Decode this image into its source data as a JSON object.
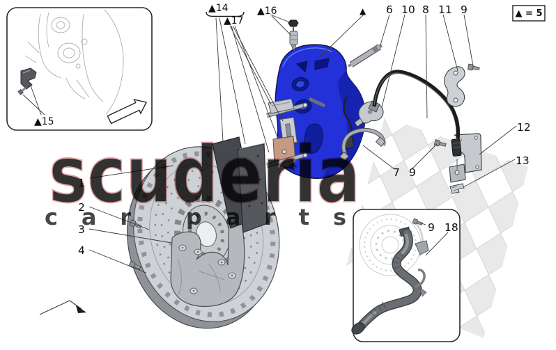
{
  "diagram": {
    "legend_box": "▲ = 5",
    "watermark": {
      "title": "scuderia",
      "subtitle": "car parts"
    },
    "callouts": {
      "k14": "▲14",
      "k17": "▲17",
      "k16": "▲16",
      "k15": "▲15",
      "k5": "▲",
      "k6": "6",
      "k10": "10",
      "k8": "8",
      "k11": "11",
      "k9a": "9",
      "k1": "1",
      "k2": "2",
      "k3": "3",
      "k4": "4",
      "k7": "7",
      "k9b": "9",
      "k12": "12",
      "k13": "13",
      "k9c": "9",
      "k18": "18"
    },
    "colors": {
      "caliper": "#2231d8",
      "caliper_dark": "#1523b0",
      "watermark_fill": "#f4cfcf",
      "watermark_stroke": "#de9494",
      "line": "#3a3a3a"
    }
  }
}
